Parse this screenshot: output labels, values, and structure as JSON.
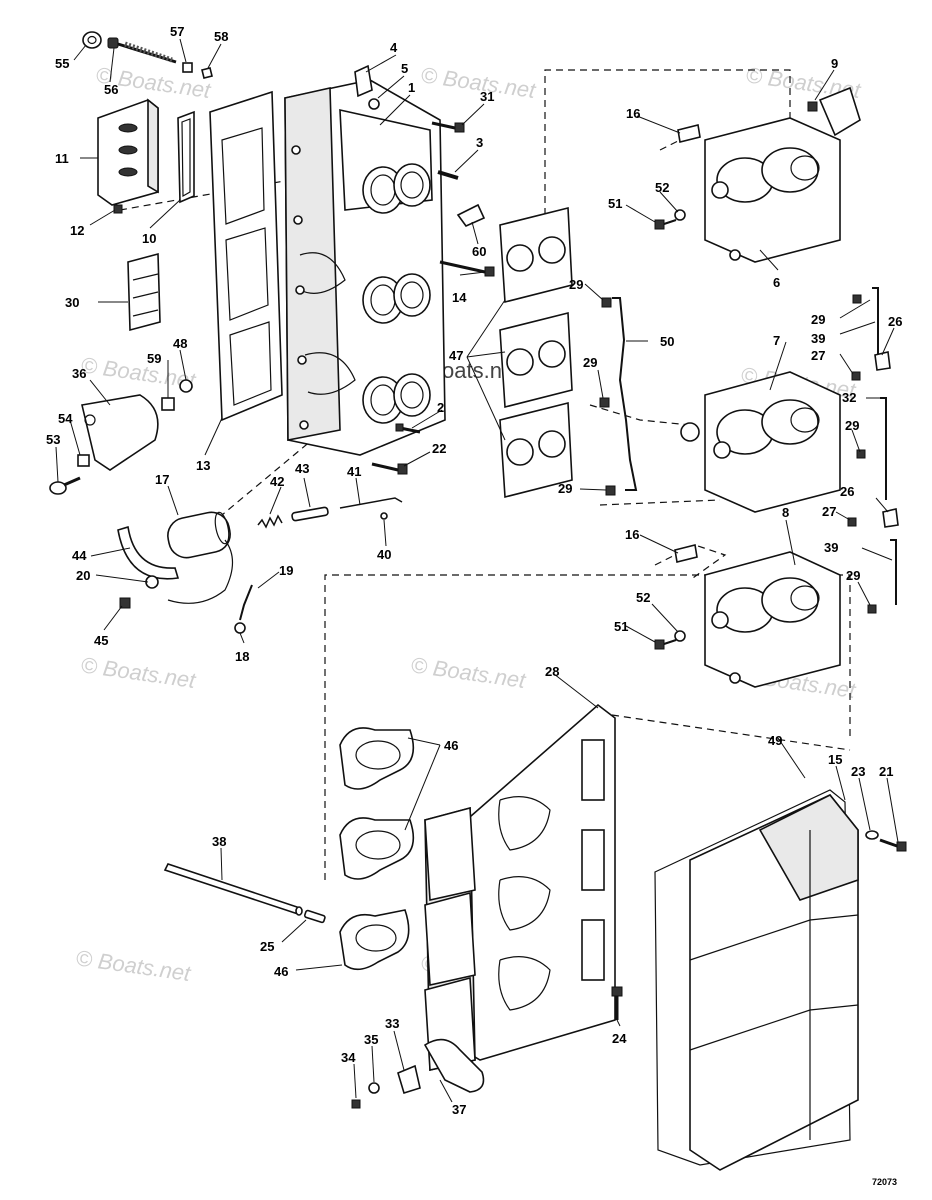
{
  "diagram": {
    "drawing_code": "72073",
    "watermark": "© Boats.net",
    "callouts": {
      "c1": "1",
      "c2": "2",
      "c3": "3",
      "c4": "4",
      "c5": "5",
      "c6": "6",
      "c7": "7",
      "c8": "8",
      "c9": "9",
      "c10": "10",
      "c11": "11",
      "c12": "12",
      "c13": "13",
      "c14": "14",
      "c15": "15",
      "c16a": "16",
      "c16b": "16",
      "c17": "17",
      "c18": "18",
      "c19": "19",
      "c20": "20",
      "c21": "21",
      "c22": "22",
      "c23": "23",
      "c24": "24",
      "c25": "25",
      "c26a": "26",
      "c26b": "26",
      "c27a": "27",
      "c27b": "27",
      "c28": "28",
      "c29a": "29",
      "c29b": "29",
      "c29c": "29",
      "c29d": "29",
      "c29e": "29",
      "c29f": "29",
      "c30": "30",
      "c31": "31",
      "c32": "32",
      "c33": "33",
      "c34": "34",
      "c35": "35",
      "c36": "36",
      "c37": "37",
      "c38": "38",
      "c39a": "39",
      "c39b": "39",
      "c40": "40",
      "c41": "41",
      "c42": "42",
      "c43": "43",
      "c44": "44",
      "c45": "45",
      "c46a": "46",
      "c46b": "46",
      "c47": "47",
      "c48": "48",
      "c49": "49",
      "c50": "50",
      "c51a": "51",
      "c51b": "51",
      "c52a": "52",
      "c52b": "52",
      "c53": "53",
      "c54": "54",
      "c55": "55",
      "c56": "56",
      "c57": "57",
      "c58": "58",
      "c59": "59",
      "c60": "60"
    }
  }
}
